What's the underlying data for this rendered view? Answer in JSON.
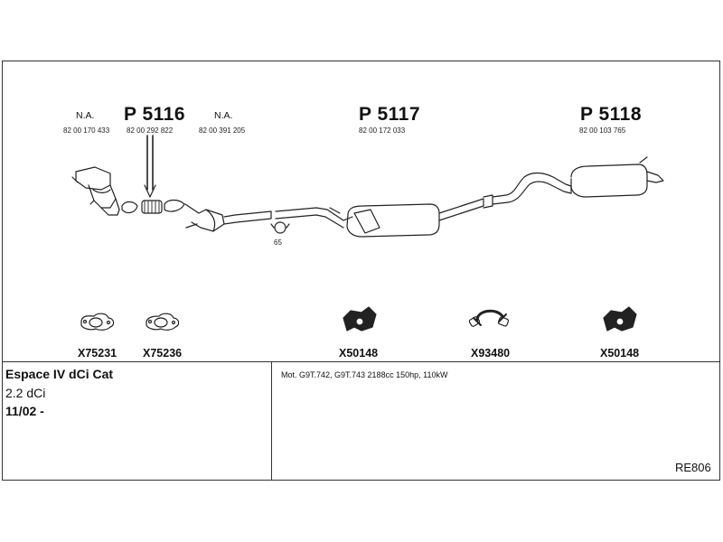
{
  "parts_top": [
    {
      "label": "N.A.",
      "number": "82 00 170 433"
    },
    {
      "label": "P 5116",
      "number": "82 00 292 822"
    },
    {
      "label": "N.A.",
      "number": "82 00 391 205"
    },
    {
      "label": "P 5117",
      "number": "82 00 172 033"
    },
    {
      "label": "P 5118",
      "number": "82 00 103 765"
    }
  ],
  "clamp_ref": "65",
  "parts_bottom": [
    "X75231",
    "X75236",
    "X50148",
    "X93480",
    "X50148"
  ],
  "vehicle": {
    "model": "Espace IV dCi Cat",
    "engine": "2.2 dCi",
    "date": "11/02 -"
  },
  "engine_details": "Mot. G9T.742, G9T.743 2188cc 150hp, 110kW",
  "code": "RE806"
}
